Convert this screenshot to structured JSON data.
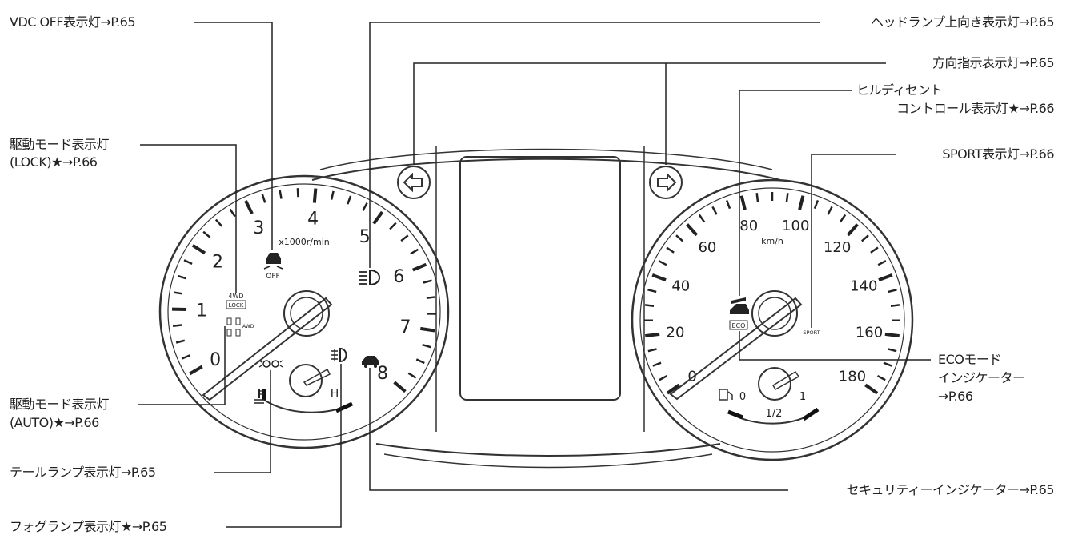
{
  "callouts": {
    "vdc_off": "VDC OFF表示灯→P.65",
    "drive_lock_line1": "駆動モード表示灯",
    "drive_lock_line2": "(LOCK)★→P.66",
    "drive_auto_line1": "駆動モード表示灯",
    "drive_auto_line2": "(AUTO)★→P.66",
    "tail_lamp": "テールランプ表示灯→P.65",
    "fog_lamp": "フォグランプ表示灯★→P.65",
    "headlamp_high": "ヘッドランプ上向き表示灯→P.65",
    "turn_signal": "方向指示表示灯→P.65",
    "hill_descent_line1": "ヒルディセント",
    "hill_descent_line2": "コントロール表示灯★→P.66",
    "sport": "SPORT表示灯→P.66",
    "eco_line1": "ECOモード",
    "eco_line2": "インジケーター",
    "eco_line3": "→P.66",
    "security": "セキュリティーインジケーター→P.65"
  },
  "tachometer": {
    "unit": "x1000r/min",
    "numbers": [
      "0",
      "1",
      "2",
      "3",
      "4",
      "5",
      "6",
      "7",
      "8"
    ],
    "temp_gauge_high": "H"
  },
  "speedometer": {
    "unit": "km/h",
    "numbers": [
      "0",
      "20",
      "40",
      "60",
      "80",
      "100",
      "120",
      "140",
      "160",
      "180"
    ],
    "fuel_labels": [
      "0",
      "1/2",
      "1"
    ]
  },
  "icon_texts": {
    "vdc_off": "OFF",
    "lock_top": "4WD",
    "lock_bottom": "LOCK",
    "auto": "AWD",
    "eco": "ECO",
    "sport": "SPORT"
  },
  "icons": [
    "turn-left-arrow-icon",
    "turn-right-arrow-icon",
    "headlamp-high-beam-icon",
    "vdc-off-icon",
    "tail-lamp-icon",
    "fog-lamp-icon",
    "security-car-icon",
    "hill-descent-icon",
    "coolant-temp-icon",
    "fuel-pump-icon"
  ]
}
